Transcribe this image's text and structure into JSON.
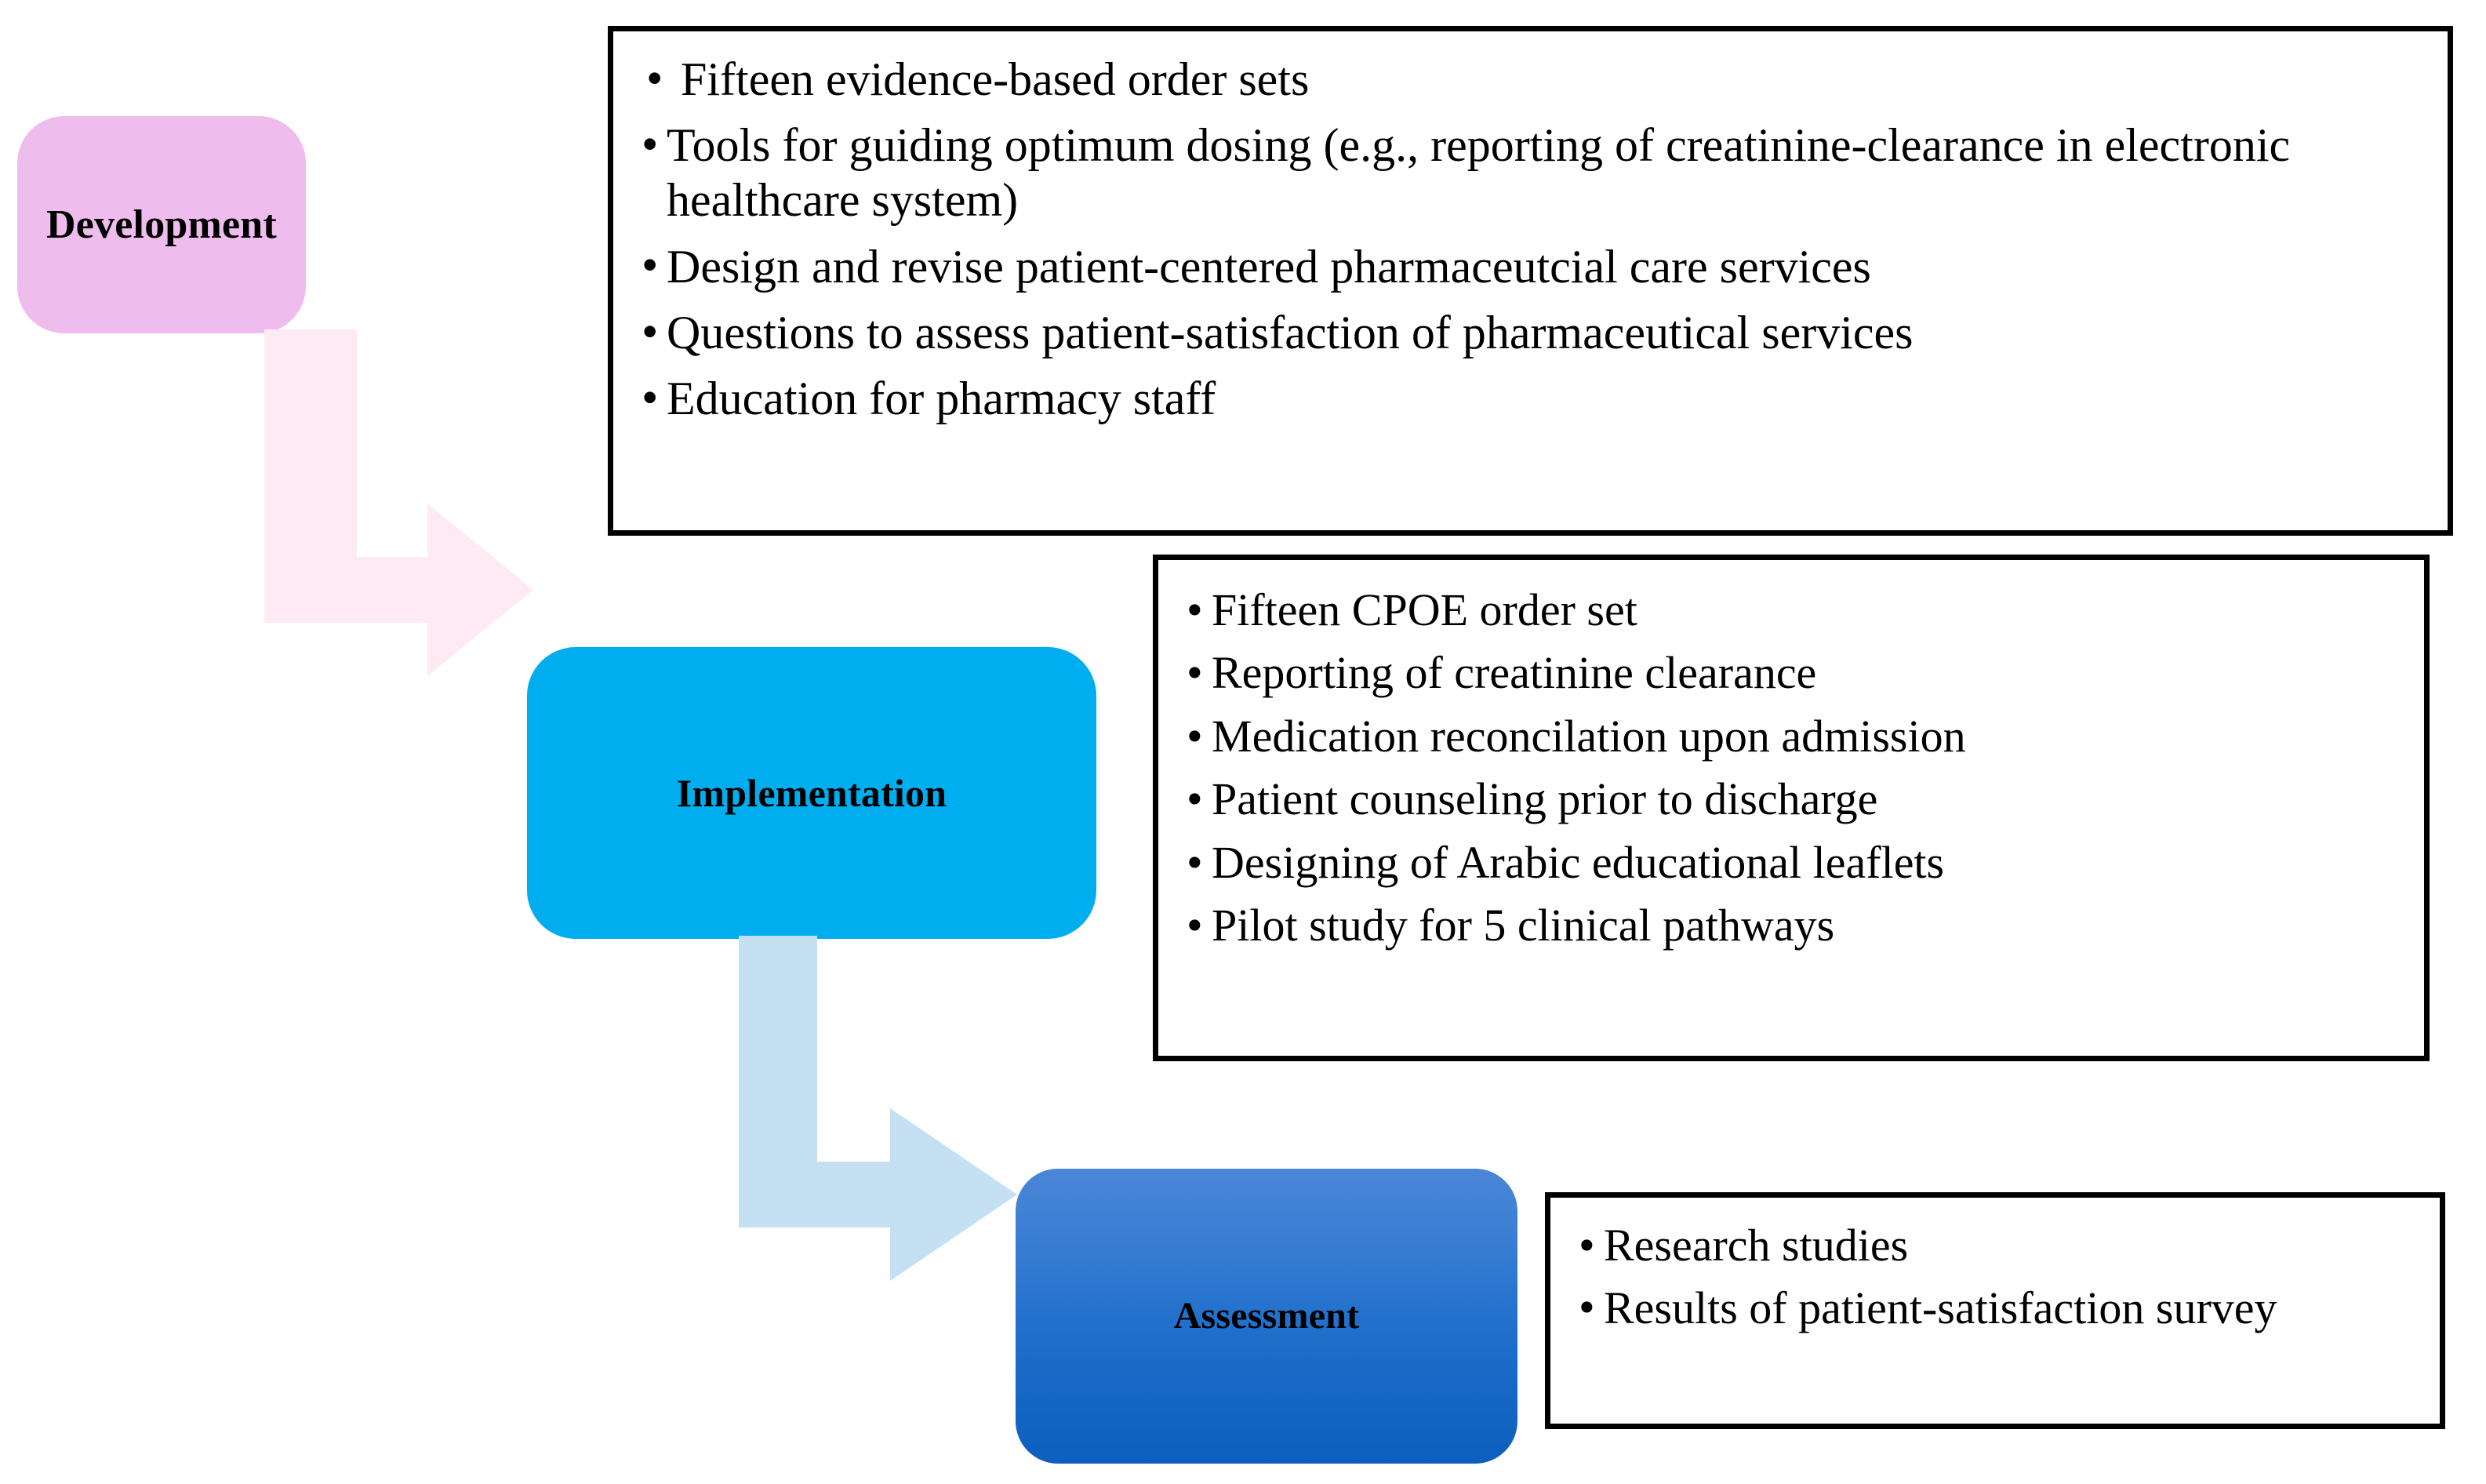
{
  "diagram": {
    "title_text": "",
    "colors": {
      "development_fill": "#EFBCEE",
      "implementation_fill": "#00AEEF",
      "assessment_fill_top": "#4A86D8",
      "assessment_fill_bottom": "#0C5FBF",
      "arrow_development": "#FDEAF3",
      "arrow_implementation": "#C6E0F3",
      "panel_border": "#000000",
      "text": "#000000",
      "background": "#FFFFFF"
    },
    "stages": [
      {
        "key": "development",
        "label": "Development",
        "bullets": [
          "Fifteen evidence-based order sets",
          "Tools for guiding optimum dosing (e.g., reporting of creatinine-clearance in electronic healthcare system)",
          "Design and revise patient-centered pharmaceutcial care services",
          "Questions to assess patient-satisfaction of pharmaceutical services",
          "Education for pharmacy staff"
        ]
      },
      {
        "key": "implementation",
        "label": "Implementation",
        "bullets": [
          "Fifteen CPOE order set",
          "Reporting of creatinine clearance",
          "Medication reconcilation upon admission",
          "Patient counseling prior to discharge",
          "Designing of Arabic educational leaflets",
          "Pilot study for 5 clinical pathways"
        ]
      },
      {
        "key": "assessment",
        "label": "Assessment",
        "bullets": [
          "Research studies",
          "Results of patient-satisfaction survey"
        ]
      }
    ],
    "arrows": [
      {
        "key": "development-to-implementation",
        "from": "Development",
        "to": "Implementation",
        "shape": "elbow-down-right"
      },
      {
        "key": "implementation-to-assessment",
        "from": "Implementation",
        "to": "Assessment",
        "shape": "elbow-down-right"
      }
    ]
  }
}
